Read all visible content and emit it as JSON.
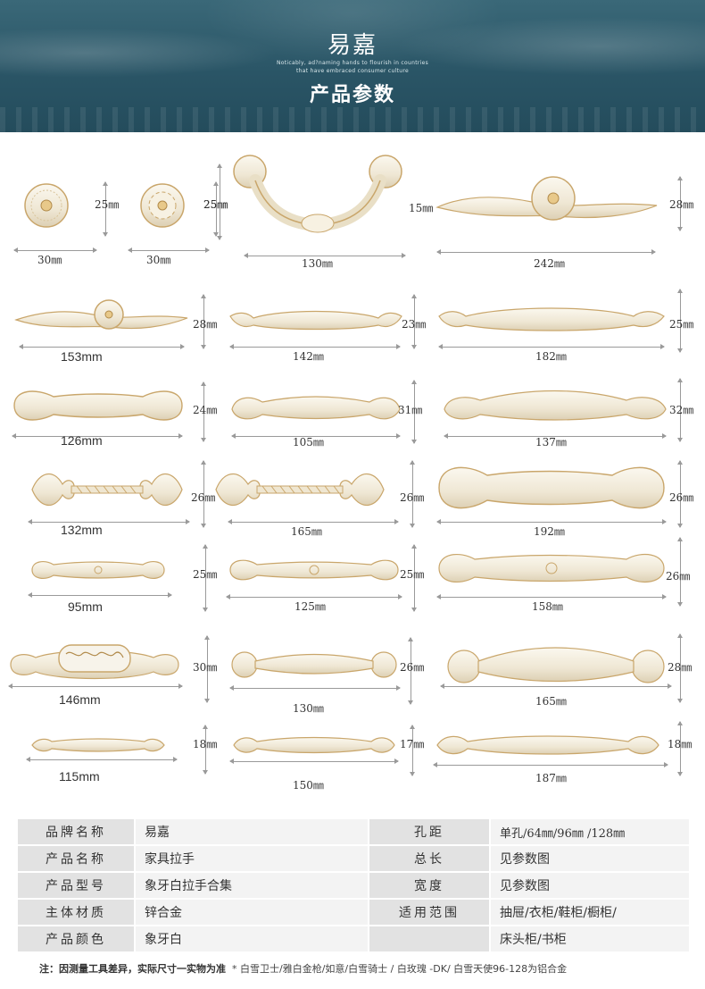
{
  "banner": {
    "brand": "易嘉",
    "tagline_line1": "Noticably, ad?naming hands to flourish in countries",
    "tagline_line2": "that have embraced consumer culture",
    "section_title": "产品参数"
  },
  "items": [
    {
      "id": "knob-a",
      "width": "30㎜",
      "height": "25㎜"
    },
    {
      "id": "knob-b",
      "width": "30㎜",
      "height": "25㎜"
    },
    {
      "id": "drop-pull",
      "width": "130㎜",
      "height": "25㎜"
    },
    {
      "id": "backplate-knob",
      "width": "242㎜",
      "height_left": "15㎜",
      "height_right": "28㎜"
    },
    {
      "id": "small-backplate",
      "width": "153mm",
      "height": "28㎜"
    },
    {
      "id": "bow-142",
      "width": "142㎜",
      "height": "23㎜"
    },
    {
      "id": "bow-182",
      "width": "182㎜",
      "height": "25㎜"
    },
    {
      "id": "scroll-126",
      "width": "126mm",
      "height": "24㎜"
    },
    {
      "id": "bow-105",
      "width": "105㎜",
      "height": "31㎜"
    },
    {
      "id": "bow-137",
      "width": "137㎜",
      "height": "32㎜"
    },
    {
      "id": "fleur-132",
      "width": "132mm",
      "height": "26㎜"
    },
    {
      "id": "fleur-165",
      "width": "165㎜",
      "height": "26㎜"
    },
    {
      "id": "scroll-192",
      "width": "192㎜",
      "height": "26㎜"
    },
    {
      "id": "bar-95",
      "width": "95mm",
      "height": "25㎜"
    },
    {
      "id": "bar-125",
      "width": "125㎜",
      "height": "25㎜"
    },
    {
      "id": "bar-158",
      "width": "158㎜",
      "height": "26㎜"
    },
    {
      "id": "porcelain-146",
      "width": "146mm",
      "height": "30㎜"
    },
    {
      "id": "rose-130",
      "width": "130㎜",
      "height": "26㎜"
    },
    {
      "id": "rose-165",
      "width": "165㎜",
      "height": "28㎜"
    },
    {
      "id": "slim-115",
      "width": "115mm",
      "height": "18㎜"
    },
    {
      "id": "slim-150",
      "width": "150㎜",
      "height": "17㎜"
    },
    {
      "id": "slim-187",
      "width": "187㎜",
      "height": "18㎜"
    }
  ],
  "specs": {
    "rows": [
      {
        "k1": "品牌名称",
        "v1": "易嘉",
        "k2": "孔距",
        "v2": "单孔/64㎜/96㎜ /128㎜"
      },
      {
        "k1": "产品名称",
        "v1": "家具拉手",
        "k2": "总长",
        "v2": "见参数图"
      },
      {
        "k1": "产品型号",
        "v1": "象牙白拉手合集",
        "k2": "宽度",
        "v2": "见参数图"
      },
      {
        "k1": "主体材质",
        "v1": "锌合金",
        "k2": "适用范围",
        "v2": "抽屉/衣柜/鞋柜/橱柜/"
      },
      {
        "k1": "产品颜色",
        "v1": "象牙白",
        "k2": "",
        "v2": "床头柜/书柜"
      }
    ]
  },
  "footnote": {
    "label": "注：因测量工具差异，实际尺寸一实物为准",
    "text": "* 白雪卫士/雅白金枪/如意/白雪骑士 / 白玫瑰 -DK/ 白雪天使96-128为铝合金"
  },
  "colors": {
    "ivory": "#f5efe1",
    "gold": "#c9a66b",
    "banner": "#2a5566"
  }
}
